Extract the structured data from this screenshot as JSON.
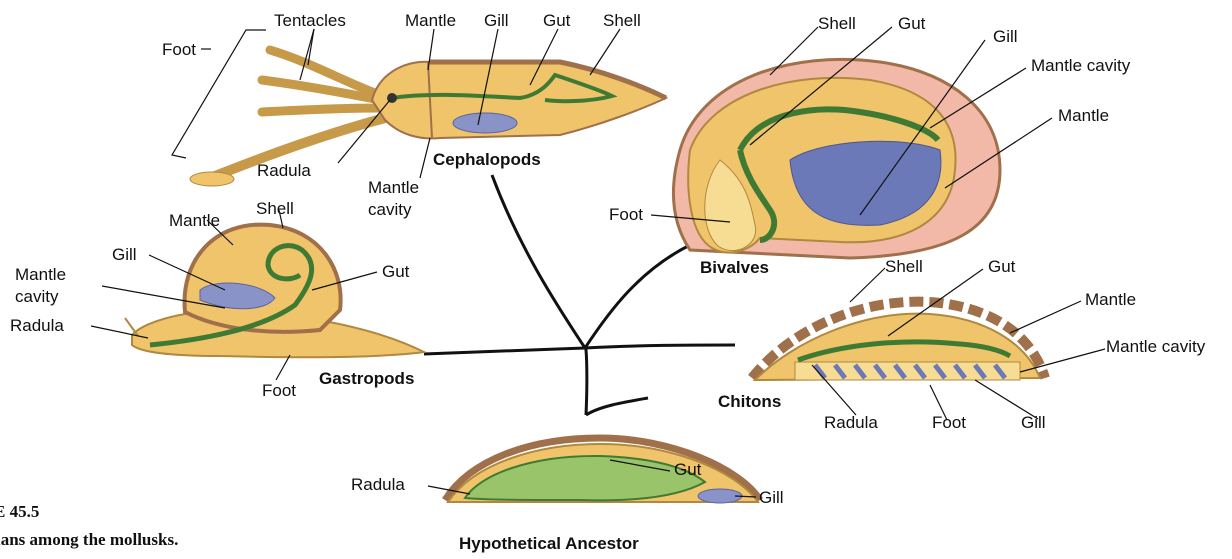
{
  "figure": {
    "number": "E 45.5",
    "caption": "lans among the mollusks."
  },
  "groups": {
    "cephalopods": "Cephalopods",
    "bivalves": "Bivalves",
    "gastropods": "Gastropods",
    "chitons": "Chitons",
    "ancestor": "Hypothetical Ancestor"
  },
  "labels": {
    "cephalopods": {
      "tentacles": "Tentacles",
      "mantle": "Mantle",
      "gill": "Gill",
      "gut": "Gut",
      "shell": "Shell",
      "foot": "Foot",
      "radula": "Radula",
      "mantle_cavity_1": "Mantle",
      "mantle_cavity_2": "cavity"
    },
    "bivalves": {
      "shell": "Shell",
      "gut": "Gut",
      "gill": "Gill",
      "mantle_cavity": "Mantle cavity",
      "mantle": "Mantle",
      "foot": "Foot"
    },
    "gastropods": {
      "mantle": "Mantle",
      "shell": "Shell",
      "gill": "Gill",
      "gut": "Gut",
      "mantle_cavity_1": "Mantle",
      "mantle_cavity_2": "cavity",
      "radula": "Radula",
      "foot": "Foot"
    },
    "chitons": {
      "shell": "Shell",
      "gut": "Gut",
      "mantle": "Mantle",
      "mantle_cavity": "Mantle cavity",
      "radula": "Radula",
      "foot": "Foot",
      "gill": "Gill"
    },
    "ancestor": {
      "gut": "Gut",
      "radula": "Radula",
      "gill": "Gill"
    }
  },
  "colors": {
    "body": "#f0c46a",
    "body_light": "#f7dc94",
    "shell": "#a0704a",
    "gut": "#9ac46a",
    "gut_stroke": "#3f7a34",
    "gill": "#8a93c8",
    "mantle_cavity": "#f2b8a8",
    "lines": "#111111"
  }
}
